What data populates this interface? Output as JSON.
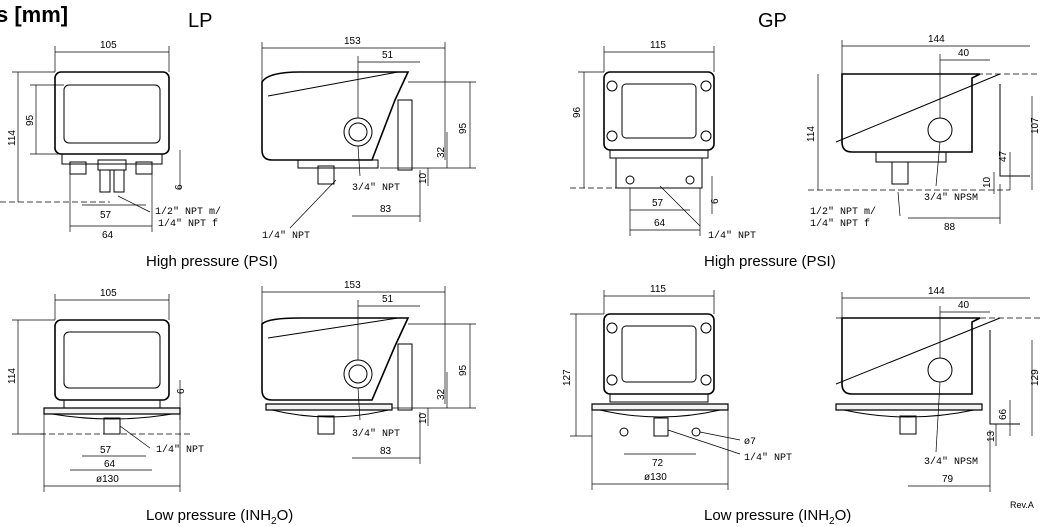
{
  "page": {
    "title": "s [mm]",
    "group_lp": "LP",
    "group_gp": "GP",
    "rev": "Rev.A"
  },
  "lp_high": {
    "caption": "High pressure (PSI)",
    "front": {
      "width": "105",
      "height": "114",
      "inner_height": "95",
      "d6": "6",
      "d57": "57",
      "d64": "64",
      "port": "1/2\" NPT m/",
      "port2": "1/4\" NPT f"
    },
    "side": {
      "width": "153",
      "d51": "51",
      "d95": "95",
      "d32": "32",
      "d10": "10",
      "d83": "83",
      "port": "3/4\" NPT",
      "port2": "1/4\" NPT"
    }
  },
  "lp_low": {
    "caption_prefix": "Low pressure (INH",
    "caption_sub": "2",
    "caption_suffix": "O)",
    "front": {
      "width": "105",
      "height": "114",
      "d6": "6",
      "d57": "57",
      "d64": "64",
      "dia": "ø130",
      "port": "1/4\" NPT"
    },
    "side": {
      "width": "153",
      "d51": "51",
      "d95": "95",
      "d32": "32",
      "d10": "10",
      "d83": "83",
      "port": "3/4\" NPT"
    }
  },
  "gp_high": {
    "caption": "High pressure (PSI)",
    "front": {
      "width": "115",
      "height": "96",
      "d57": "57",
      "d64": "64",
      "d6": "6",
      "port": "1/4\" NPT"
    },
    "side": {
      "width": "144",
      "d40": "40",
      "height": "114",
      "d107": "107",
      "d47": "47",
      "d10": "10",
      "d88": "88",
      "port": "3/4\" NPSM",
      "port2": "1/2\" NPT m/",
      "port3": "1/4\" NPT f"
    }
  },
  "gp_low": {
    "caption_prefix": "Low pressure (INH",
    "caption_sub": "2",
    "caption_suffix": "O)",
    "front": {
      "width": "115",
      "height": "127",
      "d72": "72",
      "dia": "ø130",
      "d7": "ø7",
      "port": "1/4\" NPT"
    },
    "side": {
      "width": "144",
      "d40": "40",
      "d129": "129",
      "d66": "66",
      "d13": "13",
      "d79": "79",
      "port": "3/4\" NPSM"
    }
  }
}
